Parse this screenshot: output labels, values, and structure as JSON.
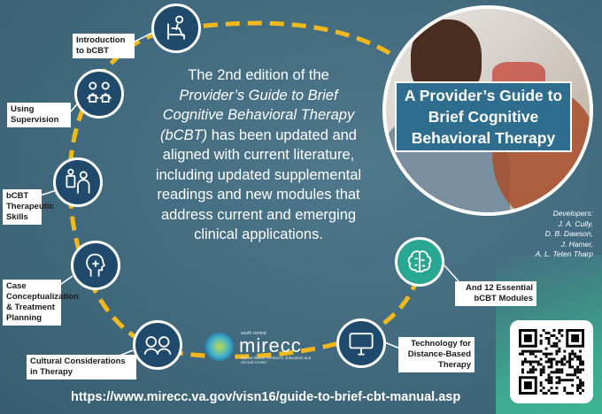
{
  "center_text": {
    "line1": "The 2nd edition of the",
    "italic": "Provider’s Guide to Brief Cognitive Behavioral Therapy (bCBT)",
    "rest": "has been updated and aligned with current literature, including updated supplemental readings and new modules that address current and emerging clinical applications."
  },
  "title": "A Provider’s Guide to Brief Cognitive Behavioral Therapy",
  "developers": {
    "heading": "Developers:",
    "names": [
      "J. A. Cully,",
      "D. B. Dawson,",
      "J. Hamer,",
      "A. L. Teten Tharp"
    ]
  },
  "modules": [
    {
      "label": "Introduction to bCBT",
      "icon": "person-in-chair-icon"
    },
    {
      "label": "Using Supervision",
      "icon": "two-people-reading-icon"
    },
    {
      "label": "bCBT Therapeutic Skills",
      "icon": "therapist-and-client-icon"
    },
    {
      "label": "Case Conceptualization & Treatment Planning",
      "icon": "head-profile-icon"
    },
    {
      "label": "Cultural Considerations in Therapy",
      "icon": "two-faces-icon"
    },
    {
      "label": "Technology for Distance-Based Therapy",
      "icon": "computer-monitor-icon"
    },
    {
      "label": "And 12 Essential bCBT Modules",
      "icon": "brain-icon"
    }
  ],
  "logo": {
    "subtitle": "south central",
    "word": "mirecc",
    "tagline": "Mental Illness Research, Education and Clinical Center"
  },
  "url": "https://www.mirecc.va.gov/visn16/guide-to-brief-cbt-manual.asp",
  "colors": {
    "background": "#416a7e",
    "ring": "#f2b81c",
    "node": "#1f4a6b",
    "teal_node": "#2aa792",
    "title_box": "#2f6d8e"
  }
}
